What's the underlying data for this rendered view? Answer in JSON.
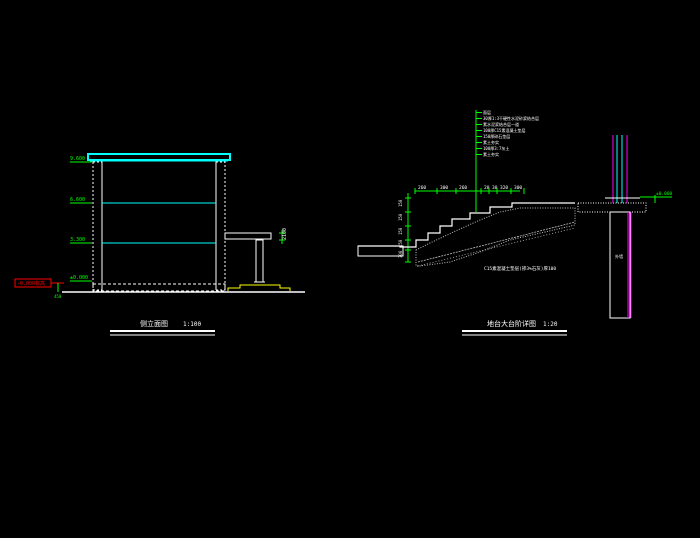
{
  "window": {
    "background": "#000000"
  },
  "colors": {
    "line": "#ffffff",
    "dim": "#00ff00",
    "cyan": "#00ffff",
    "red": "#ff0000",
    "magenta": "#ff00ff",
    "hatch": "#c0c0c0",
    "text_white": "#ffffff"
  },
  "left_view": {
    "title": "侧立面图",
    "scale": "1:100",
    "levels": [
      {
        "label": "9.600",
        "y_key": "roof"
      },
      {
        "label": "6.600",
        "y_key": "l3"
      },
      {
        "label": "3.300",
        "y_key": "l2"
      },
      {
        "label": "±0.000",
        "y_key": "ground"
      }
    ],
    "marker_label": "-0.000标高",
    "side_dim": "2100",
    "bottom_dim": "450"
  },
  "right_view": {
    "title": "地台大台阶详图",
    "scale": "1:20",
    "top_dims": [
      "260",
      "300",
      "260",
      "20",
      "30",
      "320",
      "300"
    ],
    "left_dims": [
      "150",
      "150",
      "150",
      "150",
      "300"
    ],
    "notes": [
      "面层",
      "30厚1:3干硬性水泥砂浆结合层",
      "素水泥浆结合层一道",
      "100厚C15素混凝土垫层",
      "150厚碎石垫层",
      "素土夯实",
      "100厚3:7灰土",
      "素土夯实"
    ],
    "bottom_note": "C15素混凝土垫层(掺3%石灰)厚100",
    "right_label": "±0.000",
    "wall_label": "外墙"
  }
}
